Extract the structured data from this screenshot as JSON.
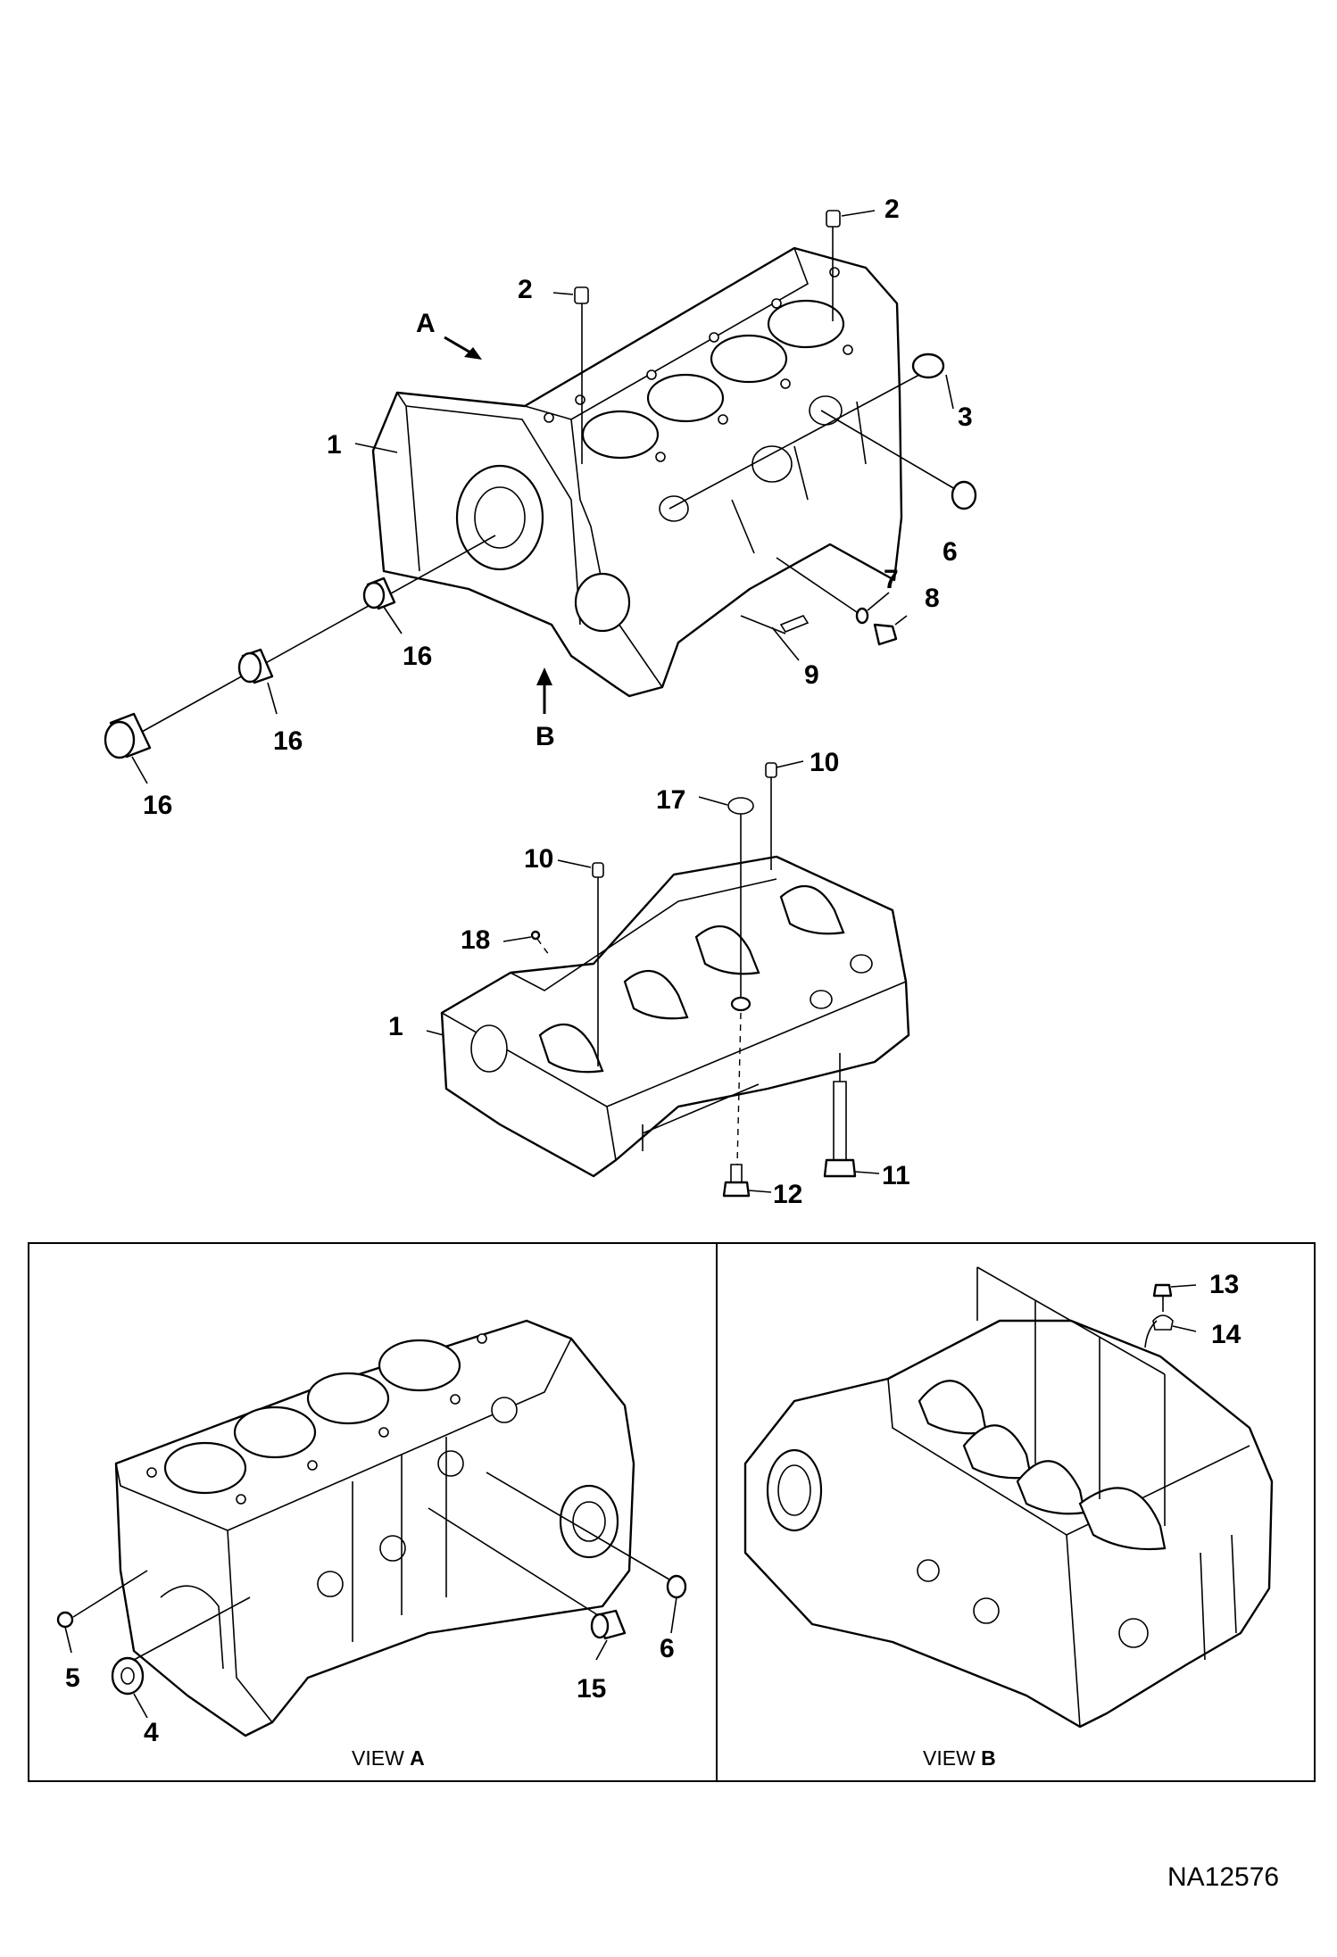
{
  "callouts": {
    "c1_top": "1",
    "c2_left": "2",
    "c2_right": "2",
    "c3": "3",
    "c6_top": "6",
    "c7": "7",
    "c8": "8",
    "c9": "9",
    "c16_a": "16",
    "c16_b": "16",
    "c16_c": "16",
    "c10_right": "10",
    "c17": "17",
    "c10_left": "10",
    "c18": "18",
    "c1_mid": "1",
    "c11": "11",
    "c12": "12",
    "c13": "13",
    "c14": "14",
    "c5": "5",
    "c4": "4",
    "c15": "15",
    "c6_view": "6"
  },
  "view_arrows": {
    "a": "A",
    "b": "B"
  },
  "view_captions": {
    "a_prefix": "VIEW ",
    "a_letter": "A",
    "b_prefix": "VIEW ",
    "b_letter": "B"
  },
  "document_id": "NA12576"
}
